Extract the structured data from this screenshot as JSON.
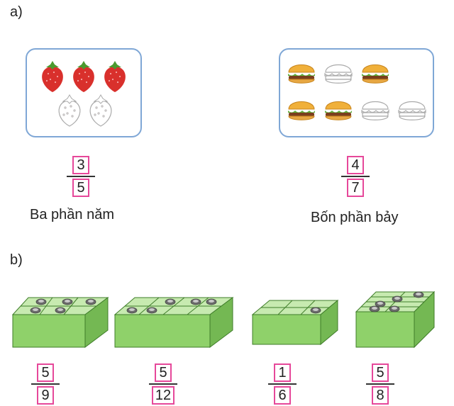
{
  "part_a": {
    "label": "a)",
    "strawberries": {
      "total": 5,
      "shaded": 3,
      "fraction": {
        "numerator": "3",
        "denominator": "5"
      },
      "caption": "Ba phần năm"
    },
    "burgers": {
      "total": 7,
      "shaded": 4,
      "fraction": {
        "numerator": "4",
        "denominator": "7"
      },
      "caption": "Bốn phần bảy"
    }
  },
  "part_b": {
    "label": "b)",
    "boxes": [
      {
        "fraction": {
          "numerator": "5",
          "denominator": "9"
        }
      },
      {
        "fraction": {
          "numerator": "5",
          "denominator": "12"
        }
      },
      {
        "fraction": {
          "numerator": "1",
          "denominator": "6"
        }
      },
      {
        "fraction": {
          "numerator": "5",
          "denominator": "8"
        }
      }
    ]
  },
  "colors": {
    "frame": "#7fa7d6",
    "box_border": "#e6489a",
    "crate_green": "#8fd16a"
  }
}
